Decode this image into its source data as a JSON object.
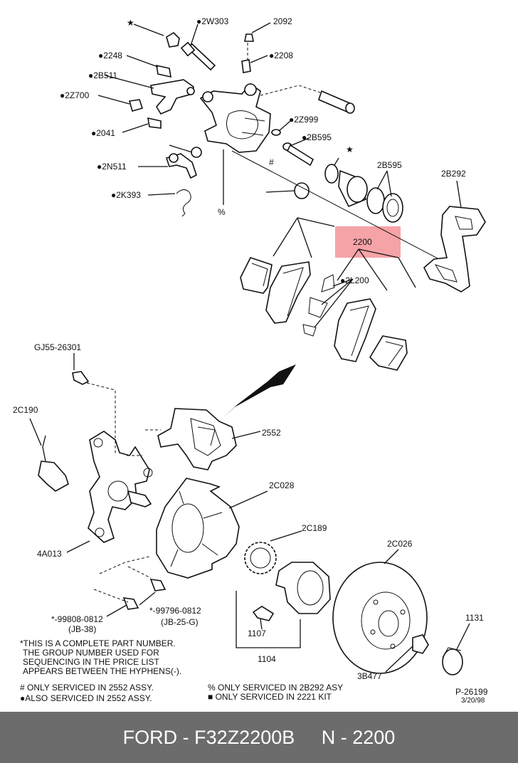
{
  "colors": {
    "highlight": "#f5a3a7",
    "footer_bg": "#6c6c6c",
    "ink": "#111111"
  },
  "labels": {
    "star_top": "★",
    "p2w303": "●2W303",
    "p2092": "2092",
    "p2248": "●2248",
    "p2208": "●2208",
    "p2b511": "●2B511",
    "p2z700": "●2Z700",
    "p2z999": "●2Z999",
    "p2b595a": "●2B595",
    "p2041": "●2041",
    "star_mid": "★",
    "p2b595b": "2B595",
    "p2b292": "2B292",
    "p2n511": "●2N511",
    "p2k393": "●2K393",
    "hash_mark": "#",
    "pct_mark": "%",
    "p2200": "2200",
    "p2l200": "●2L200",
    "gj55": "GJ55-26301",
    "p2c190": "2C190",
    "p2552": "2552",
    "p2c028": "2C028",
    "p4a013": "4A013",
    "p2c189": "2C189",
    "p2c026": "2C026",
    "p99808": "*-99808-0812",
    "p99808b": "(JB-38)",
    "p99796": "*-99796-0812",
    "p99796b": "(JB-25-G)",
    "p1107": "1107",
    "p1104": "1104",
    "p1131": "1131",
    "p3b477": "3B477"
  },
  "notes": {
    "line1": "*THIS IS A COMPLETE PART NUMBER.",
    "line2": "THE GROUP NUMBER USED FOR",
    "line3": "SEQUENCING IN THE PRICE LIST",
    "line4": "APPEARS BETWEEN THE HYPHENS(-)."
  },
  "legend": {
    "hash_note": "# ONLY SERVICED IN 2552 ASSY.",
    "dot_note": "●ALSO SERVICED IN 2552 ASSY.",
    "pct_note": "% ONLY SERVICED IN 2B292 ASY",
    "square_note": "■ ONLY SERVICED IN 2221 KIT"
  },
  "drawing_ref": {
    "number": "P-26199",
    "date": "3/20/98"
  },
  "footer": {
    "brand": "FORD",
    "part_number": "F32Z2200B",
    "sep1": " - ",
    "gap": "     ",
    "group": "N - 2200"
  }
}
